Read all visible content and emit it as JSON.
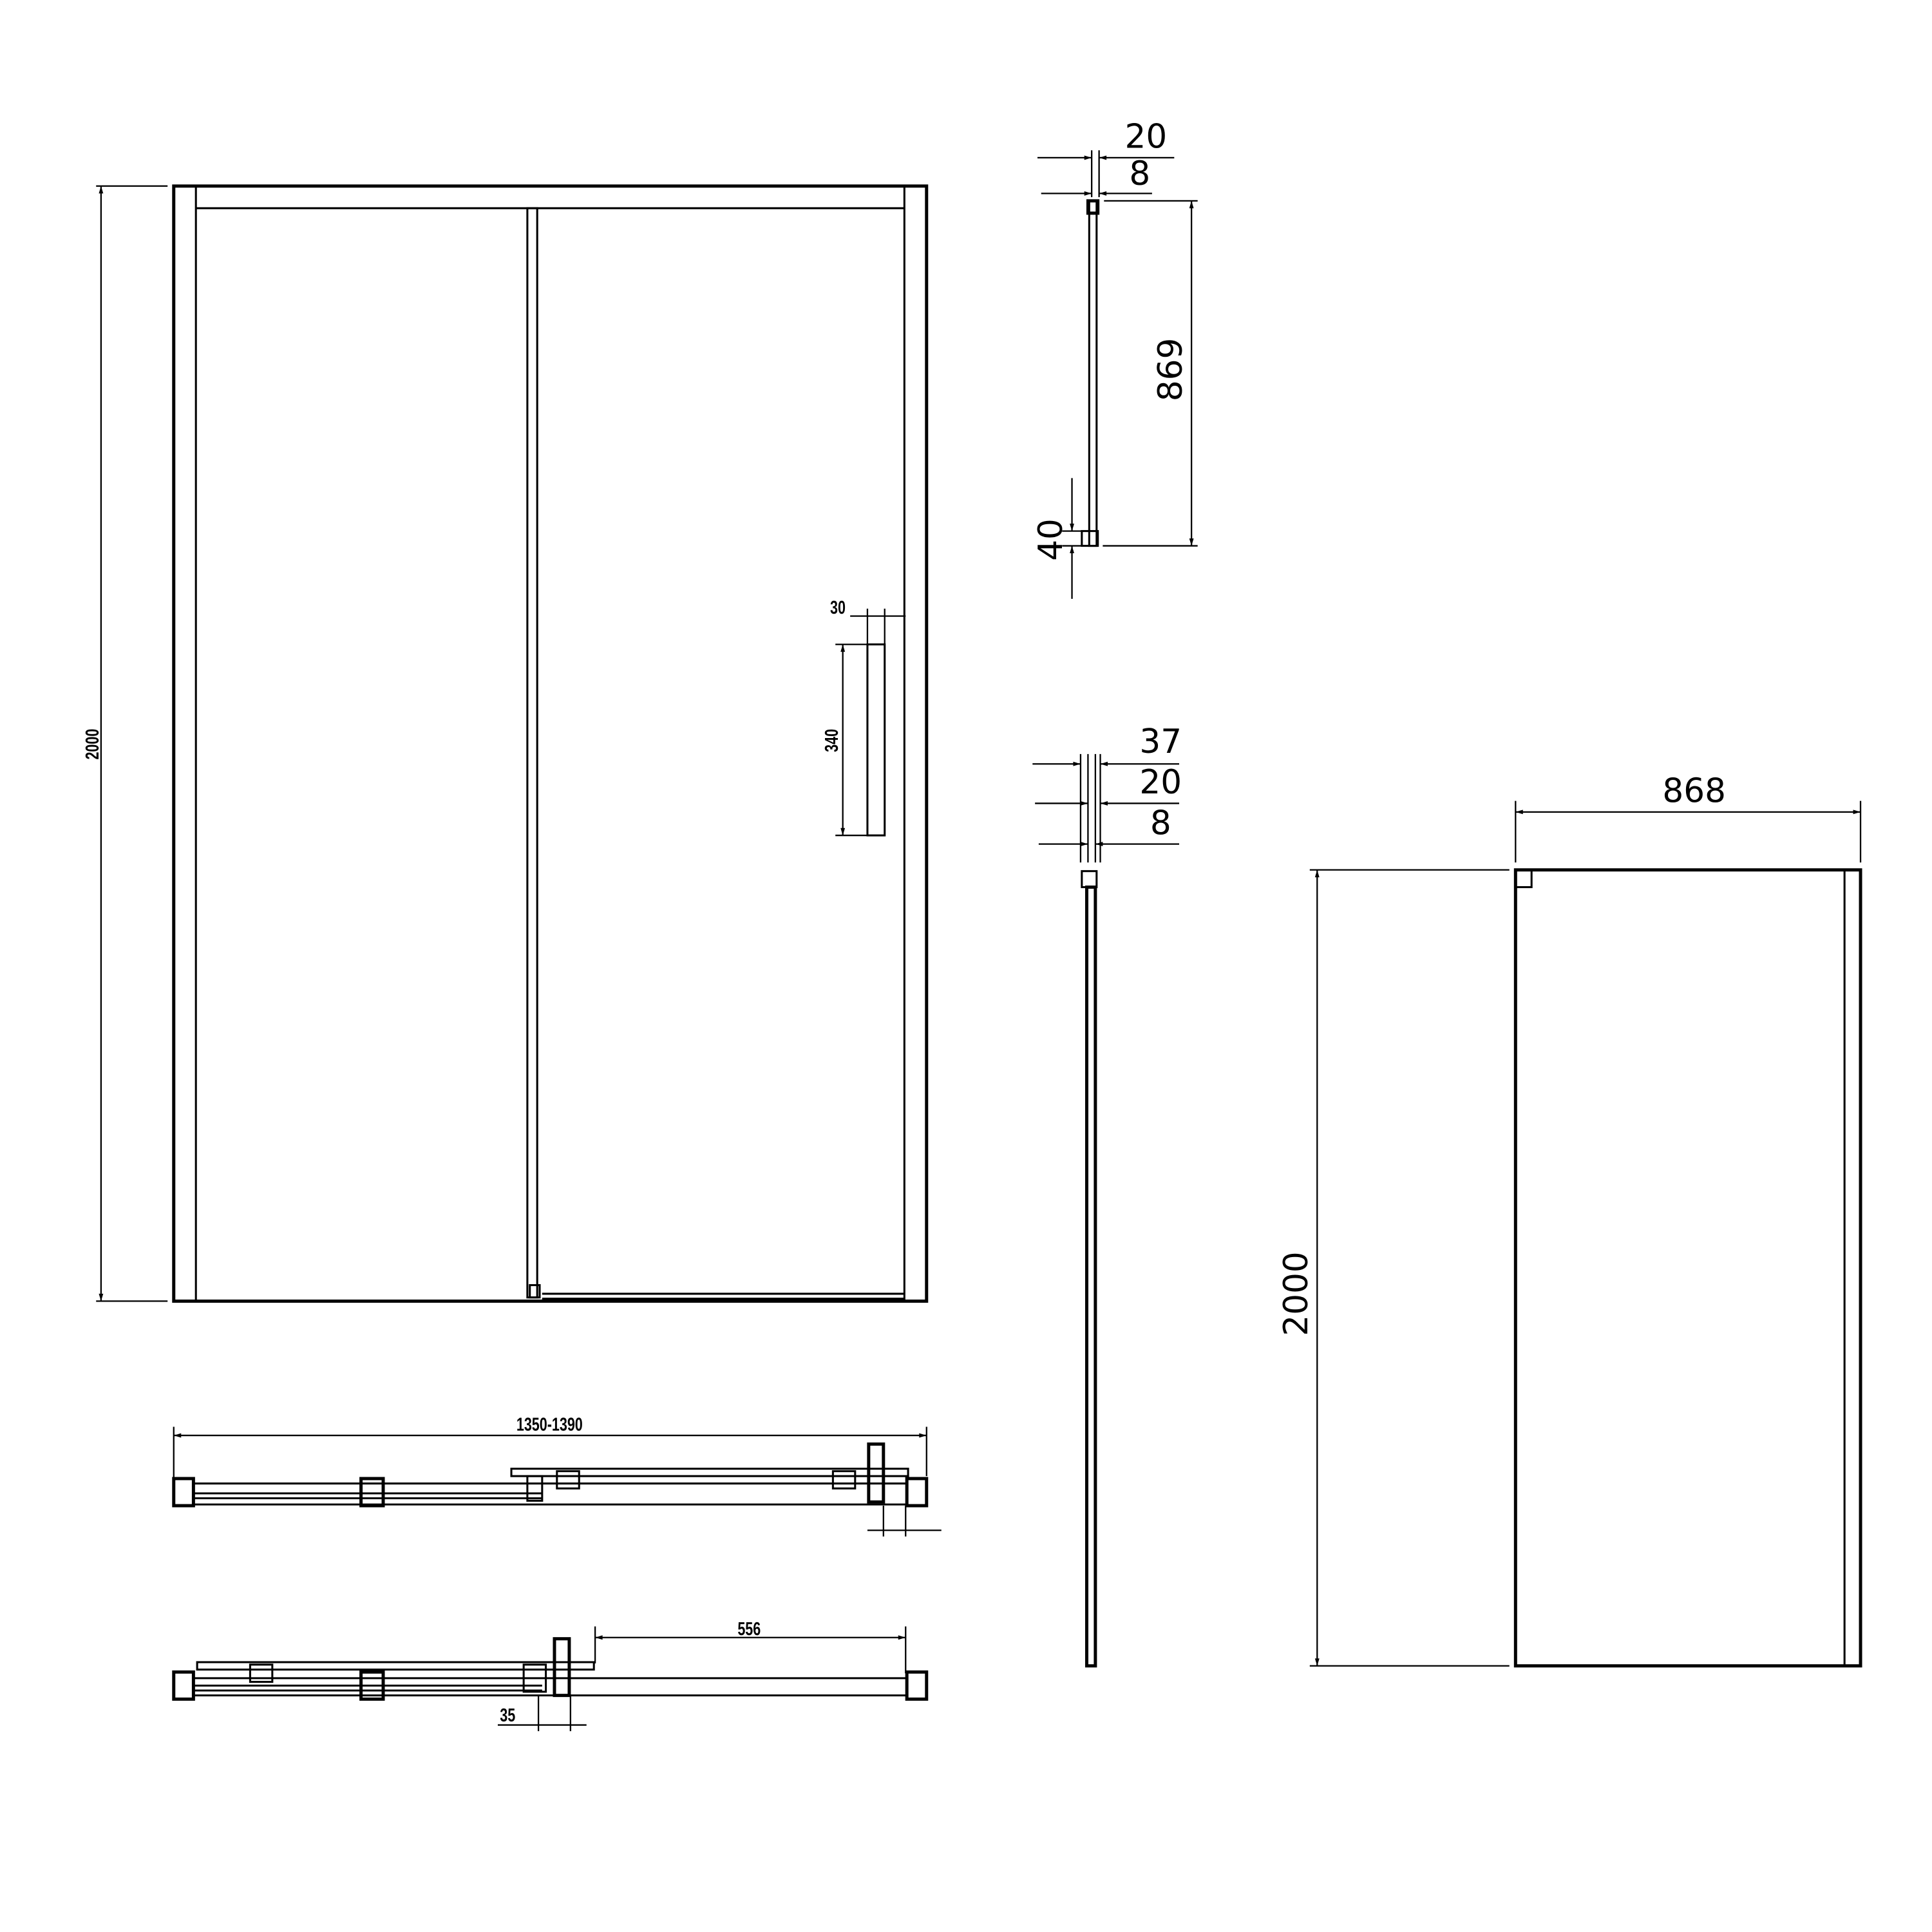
{
  "front_view": {
    "height_label": "2000",
    "handle_height_label": "340",
    "handle_offset_label": "30"
  },
  "plan_view_closed": {
    "width_label": "1350-1390"
  },
  "plan_view_open": {
    "opening_label": "556",
    "profile_label": "35"
  },
  "side_section_top": {
    "width_outer_label": "20",
    "glass_label": "8",
    "height_label": "869",
    "bottom_label": "40"
  },
  "side_section_bottom": {
    "profile_label": "37",
    "width_outer_label": "20",
    "glass_label": "8"
  },
  "fixed_panel": {
    "width_label": "868",
    "height_label": "2000"
  },
  "colors": {
    "line": "#000000",
    "background": "#ffffff"
  }
}
